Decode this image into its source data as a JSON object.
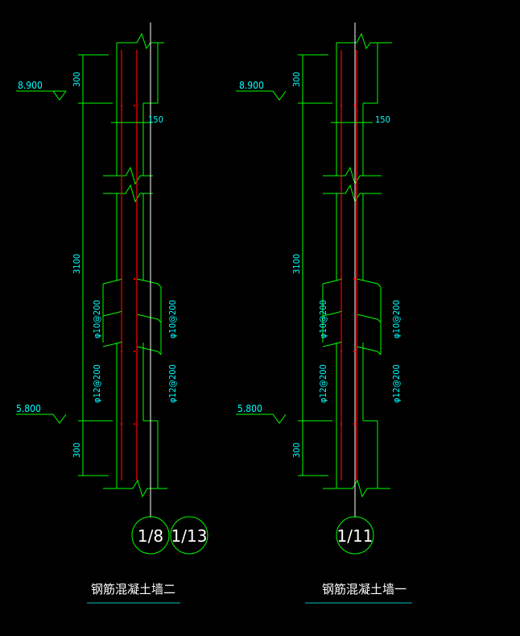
{
  "colors": {
    "background": "#000000",
    "outline": "#00ff00",
    "dimension": "#00ffff",
    "rebar": "#ff0000",
    "axis": "#ffffff"
  },
  "walls": [
    {
      "name": "wall-2",
      "elev_top": "8.900",
      "elev_bottom": "5.800",
      "dim_top": "300",
      "dim_mid": "3100",
      "dim_bottom": "300",
      "dim_thickness": "150",
      "rebar_upper_left": "φ10@200",
      "rebar_upper_right": "φ10@200",
      "rebar_lower_left": "φ12@200",
      "rebar_lower_right": "φ12@200",
      "axes": [
        "1/8",
        "1/13"
      ],
      "title": "钢筋混凝土墙二"
    },
    {
      "name": "wall-1",
      "elev_top": "8.900",
      "elev_bottom": "5.800",
      "dim_top": "300",
      "dim_mid": "3100",
      "dim_bottom": "300",
      "dim_thickness": "150",
      "rebar_upper_left": "φ10@200",
      "rebar_upper_right": "φ10@200",
      "rebar_lower_left": "φ12@200",
      "rebar_lower_right": "φ12@200",
      "axes": [
        "1/11"
      ],
      "title": "钢筋混凝土墙一"
    }
  ]
}
